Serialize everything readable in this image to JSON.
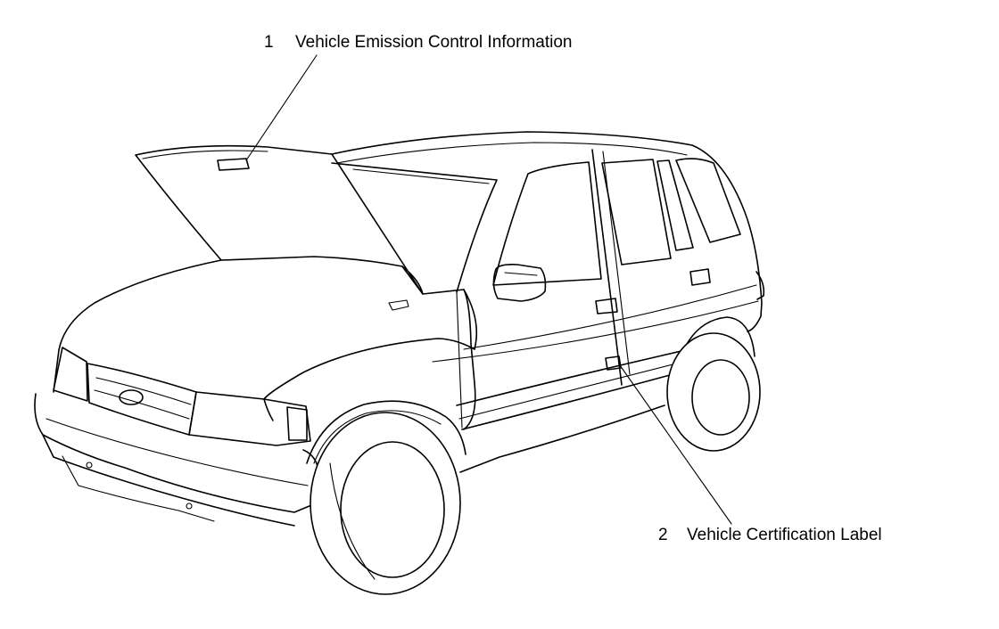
{
  "callouts": [
    {
      "number": "1",
      "text": "Vehicle Emission Control Information"
    },
    {
      "number": "2",
      "text": "Vehicle Certification Label"
    }
  ],
  "colors": {
    "line": "#000000",
    "background": "#ffffff"
  }
}
